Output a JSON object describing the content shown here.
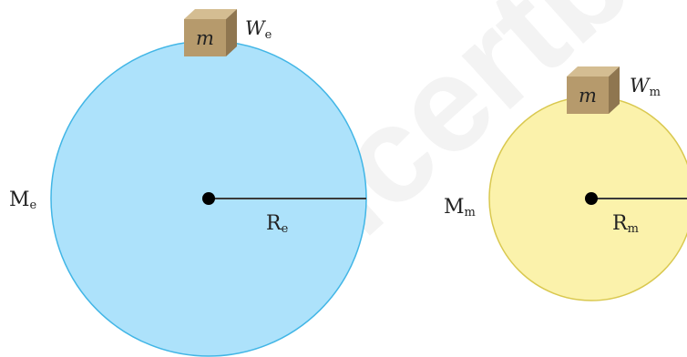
{
  "earth": {
    "mass_label": "M",
    "mass_sub": "e",
    "radius_label": "R",
    "radius_sub": "e",
    "weight_label": "W",
    "weight_sub": "e",
    "block_label": "m"
  },
  "moon": {
    "mass_label": "M",
    "mass_sub": "m",
    "radius_label": "R",
    "radius_sub": "m",
    "weight_label": "W",
    "weight_sub": "m",
    "block_label": "m"
  },
  "watermark": "ncertbo",
  "colors": {
    "earth_fill": "#ade2fb",
    "earth_stroke": "#42b6e6",
    "moon_fill": "#fbf2ab",
    "moon_stroke": "#d9c84f",
    "block_front": "#b69a6c",
    "block_top": "#d4bd92",
    "block_side": "#8f7650",
    "watermark": "#f3f3f3"
  }
}
